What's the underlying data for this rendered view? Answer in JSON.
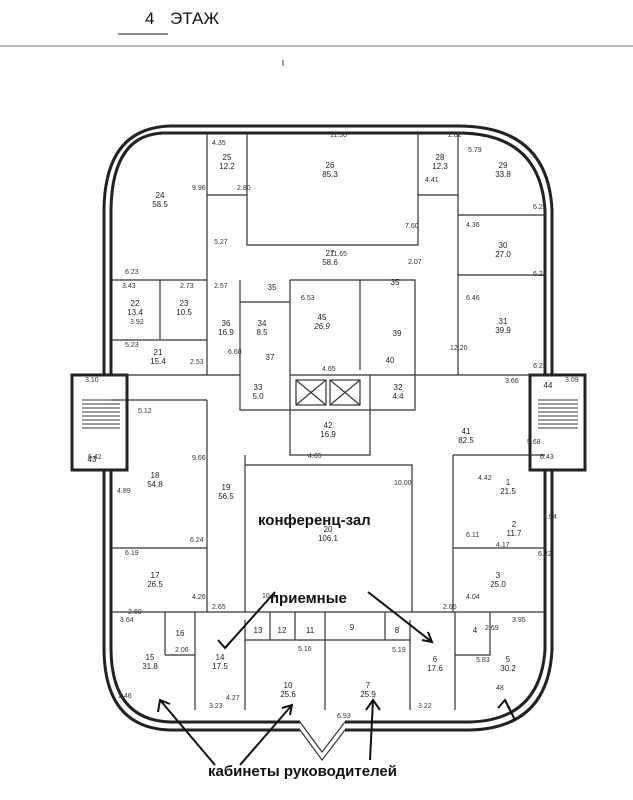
{
  "header": {
    "floor_number": "4",
    "floor_word": "ЭТАЖ"
  },
  "labels": {
    "conference": "конференц-зал",
    "reception": "приемные",
    "heads_offices": "кабинеты руководителей"
  },
  "rooms": [
    {
      "n": "25",
      "a": "12.2"
    },
    {
      "n": "26",
      "a": "85.3"
    },
    {
      "n": "28",
      "a": "12.3"
    },
    {
      "n": "29",
      "a": "33.8"
    },
    {
      "n": "24",
      "a": "58.5"
    },
    {
      "n": "27",
      "a": "58.6"
    },
    {
      "n": "30",
      "a": "27.0"
    },
    {
      "n": "22",
      "a": "13.4"
    },
    {
      "n": "23",
      "a": "10.5"
    },
    {
      "n": "35",
      "a": ""
    },
    {
      "n": "36",
      "a": "16.9"
    },
    {
      "n": "34",
      "a": "8.5"
    },
    {
      "n": "45",
      "a": "26.9"
    },
    {
      "n": "35",
      "a": ""
    },
    {
      "n": "39",
      "a": ""
    },
    {
      "n": "31",
      "a": "39.9"
    },
    {
      "n": "21",
      "a": "15.4"
    },
    {
      "n": "37",
      "a": ""
    },
    {
      "n": "40",
      "a": ""
    },
    {
      "n": "33",
      "a": "5.0"
    },
    {
      "n": "32",
      "a": "4.4"
    },
    {
      "n": "44",
      "a": ""
    },
    {
      "n": "43",
      "a": ""
    },
    {
      "n": "42",
      "a": "16.9"
    },
    {
      "n": "41",
      "a": "82.5"
    },
    {
      "n": "18",
      "a": "54.8"
    },
    {
      "n": "19",
      "a": "56.5"
    },
    {
      "n": "20",
      "a": "106.1"
    },
    {
      "n": "1",
      "a": "21.5"
    },
    {
      "n": "2",
      "a": "11.7"
    },
    {
      "n": "17",
      "a": "26.5"
    },
    {
      "n": "3",
      "a": "25.0"
    },
    {
      "n": "16",
      "a": ""
    },
    {
      "n": "13",
      "a": ""
    },
    {
      "n": "12",
      "a": ""
    },
    {
      "n": "11",
      "a": ""
    },
    {
      "n": "9",
      "a": ""
    },
    {
      "n": "8",
      "a": ""
    },
    {
      "n": "4",
      "a": ""
    },
    {
      "n": "15",
      "a": "31.8"
    },
    {
      "n": "14",
      "a": "17.5"
    },
    {
      "n": "10",
      "a": "25.6"
    },
    {
      "n": "7",
      "a": "25.9"
    },
    {
      "n": "6",
      "a": "17.6"
    },
    {
      "n": "5",
      "a": "30.2"
    }
  ],
  "dims": [
    "4.35",
    "11.30",
    "2.82",
    "5.79",
    "9.96",
    "2.80",
    "4.41",
    "6.22",
    "7.60",
    "4.36",
    "5.27",
    "11.65",
    "2.07",
    "6.23",
    "3.43",
    "2.73",
    "2.57",
    "6.53",
    "6.46",
    "6.22",
    "3.92",
    "5.23",
    "2.53",
    "6.60",
    "12.20",
    "4.65",
    "6.22",
    "3.10",
    "3.66",
    "3.09",
    "5.12",
    "9.66",
    "4.65",
    "10.00",
    "5.68",
    "6.42",
    "6.43",
    "4.89",
    "4.42",
    "6.11",
    "2.94",
    "6.24",
    "4.17",
    "6.19",
    "6.22",
    "4.26",
    "4.04",
    "2.65",
    "10.3",
    "2.65",
    "3.64",
    "2.60",
    "3.95",
    "2.69",
    "2.06",
    "5.16",
    "5.19",
    "5.83",
    "2.46",
    "4.27",
    "6.93",
    "3.23",
    "3.22",
    "48"
  ]
}
